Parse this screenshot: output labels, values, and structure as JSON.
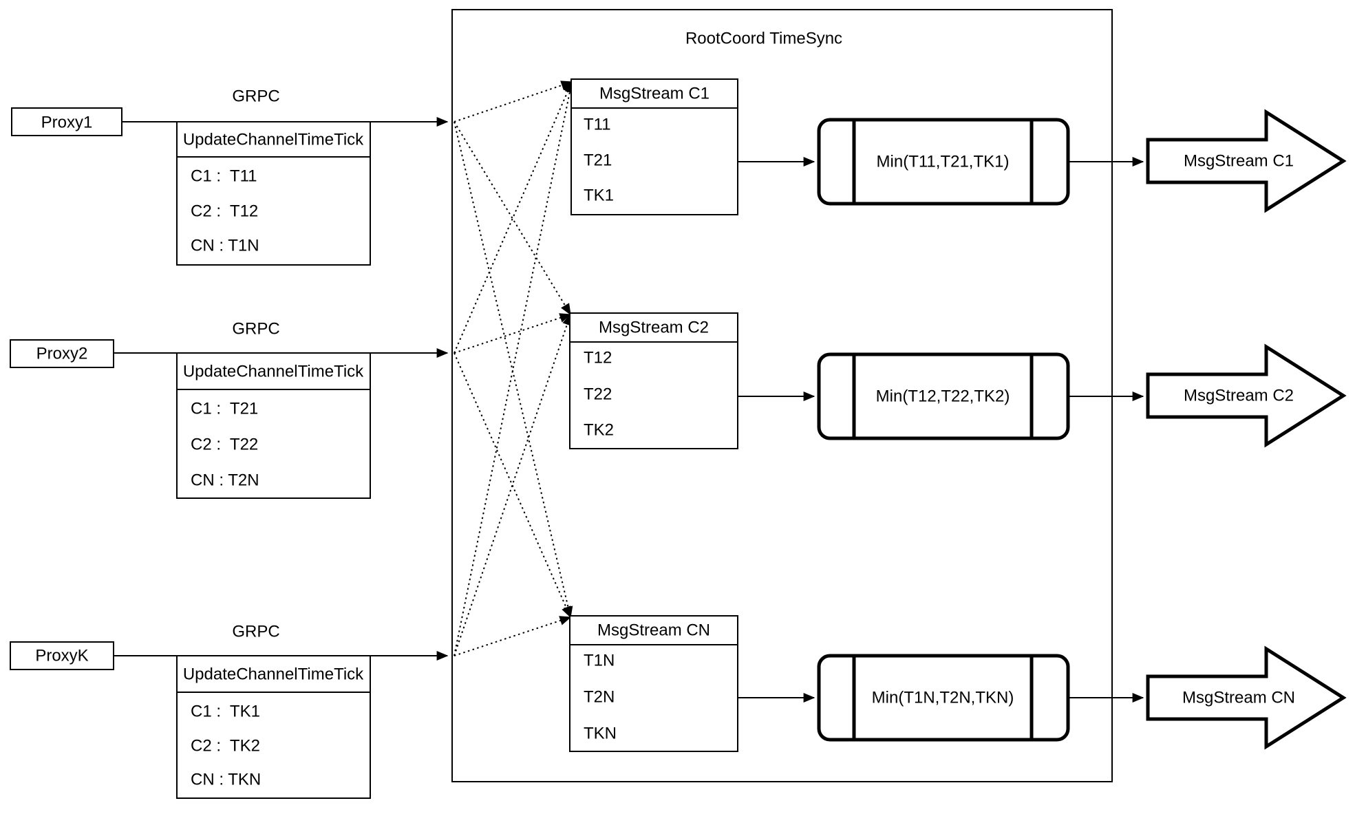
{
  "diagram": {
    "container_title": "RootCoord TimeSync",
    "grpc_label": "GRPC",
    "table_header": "UpdateChannelTimeTick",
    "proxies": [
      {
        "name": "Proxy1",
        "rows": [
          "C1 :  T11",
          "C2 :  T12",
          "CN : T1N"
        ]
      },
      {
        "name": "Proxy2",
        "rows": [
          "C1 :  T21",
          "C2 :  T22",
          "CN : T2N"
        ]
      },
      {
        "name": "ProxyK",
        "rows": [
          "C1 :  TK1",
          "C2 :  TK2",
          "CN : TKN"
        ]
      }
    ],
    "streams": [
      {
        "title": "MsgStream C1",
        "values": [
          "T11",
          "T21",
          "TK1"
        ],
        "min_label": "Min(T11,T21,TK1)",
        "output_label": "MsgStream C1"
      },
      {
        "title": "MsgStream C2",
        "values": [
          "T12",
          "T22",
          "TK2"
        ],
        "min_label": "Min(T12,T22,TK2)",
        "output_label": "MsgStream C2"
      },
      {
        "title": "MsgStream CN",
        "values": [
          "T1N",
          "T2N",
          "TKN"
        ],
        "min_label": "Min(T1N,T2N,TKN)",
        "output_label": "MsgStream CN"
      }
    ]
  }
}
